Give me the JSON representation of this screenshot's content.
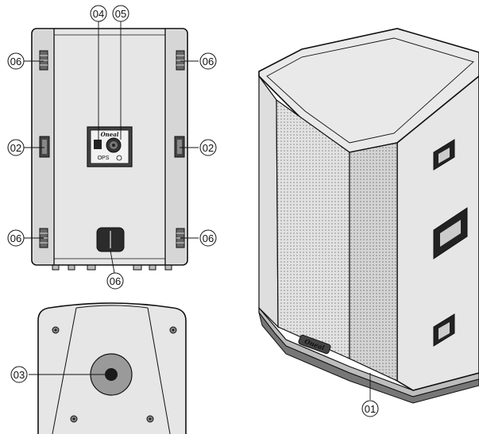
{
  "callouts": {
    "c01": "01",
    "c02_left": "02",
    "c02_right": "02",
    "c03": "03",
    "c04": "04",
    "c05": "05",
    "c06_top_left": "06",
    "c06_top_right": "06",
    "c06_bottom_left": "06",
    "c06_bottom_right": "06",
    "c06_bottom_center": "06"
  },
  "panel": {
    "brand": "Oneal",
    "model": "OPS"
  },
  "colors": {
    "line": "#111111",
    "cabinet_fill": "#e6e6e6",
    "grille_fill": "#d9d9d9",
    "mount_fill": "#9a9a9a",
    "background": "#ffffff"
  }
}
